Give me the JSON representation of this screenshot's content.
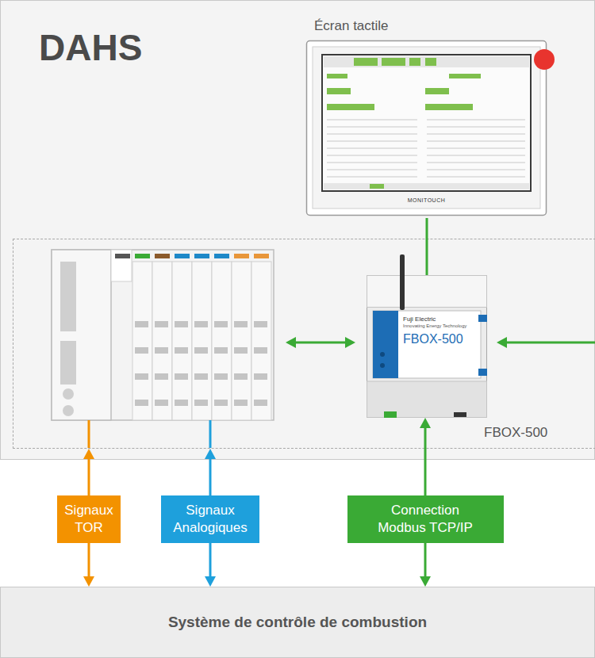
{
  "diagram": {
    "nodes": [
      {
        "text": [
          "DAHS"
        ]
      },
      {
        "text": [
          "Écran tactile",
          "MONITOUCH"
        ],
        "in": 0
      },
      {
        "text": [
          "FBOX-500"
        ],
        "in": 0
      },
      {
        "text": [
          "Fuji Electric",
          "Innovating Energy Technology",
          "FBOX-500"
        ],
        "in": 2
      },
      {
        "text": [
          "Signaux TOR"
        ]
      },
      {
        "text": [
          "Signaux Analogiques"
        ]
      },
      {
        "text": [
          "Connection Modbus TCP/IP"
        ]
      },
      {
        "text": [
          "Système de contrôle de combustion"
        ]
      }
    ],
    "edges": [
      {
        "from": 3,
        "to": 1,
        "arrow": "none"
      },
      {
        "from": 4,
        "to": 2,
        "arrow": "to"
      },
      {
        "from": 4,
        "to": 7,
        "arrow": "to"
      },
      {
        "from": 5,
        "to": 2,
        "arrow": "to"
      },
      {
        "from": 5,
        "to": 7,
        "arrow": "to"
      },
      {
        "from": 6,
        "to": 3,
        "arrow": "to"
      },
      {
        "from": 6,
        "to": 7,
        "arrow": "to"
      }
    ]
  }
}
